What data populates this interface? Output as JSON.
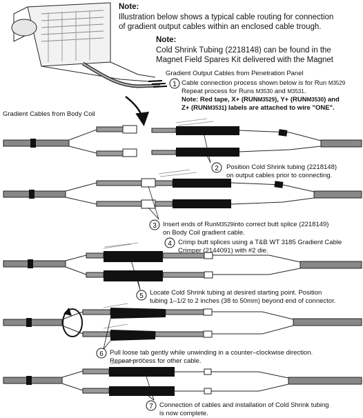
{
  "note1": {
    "heading": "Note:",
    "line1": "Illustration below shows a typical cable routing for connection",
    "line2": "of gradient output cables within an enclosed cable trough."
  },
  "note2": {
    "heading": "Note:",
    "line1": "Cold Shrink Tubing (2218148) can be found in the",
    "line2": "Magnet Field Spares Kit delivered with the Magnet"
  },
  "labels": {
    "penetration": "Gradient Output Cables from Penetration Panel",
    "body_coil": "Gradient Cables from Body Coil"
  },
  "steps": [
    {
      "num": "1",
      "l1a": "Cable connection process shown below is for Run ",
      "l1b": "M3529",
      "l2a": "Repeat process for Runs ",
      "l2b": "M3530",
      "l2c": " and ",
      "l2d": "M3531",
      "l2e": ".",
      "l3a": "Note:  Red tape, X+ (RUN",
      "l3b": "M3529",
      "l3c": "), Y+ (RUN",
      "l3d": "M3530",
      "l3e": ") and",
      "l4a": "Z+ (RUN",
      "l4b": "M3531",
      "l4c": ") labels are attached to wire \"ONE\"."
    },
    {
      "num": "2",
      "l1": "Position Cold Shrink tubing (2218148)",
      "l2": "on output cables prior to connecting."
    },
    {
      "num": "3",
      "l1a": "Insert ends of Run",
      "l1b": "M3529",
      "l1c": "into correct butt splice (2218149)",
      "l2": "on Body Coil gradient cable."
    },
    {
      "num": "4",
      "l1": "Crimp butt splices using a T&B WT 3185 Gradient Cable",
      "l2": "Crimper (2144091) with #2 die."
    },
    {
      "num": "5",
      "l1": "Locate Cold Shrink tubing at desired starting point.  Position",
      "l2": "tubing 1–1/2 to 2 inches (38 to 50mm) beyond end of connector."
    },
    {
      "num": "6",
      "l1": "Pull loose tab gently while unwinding in a counter–clockwise direction.",
      "l2": "Repeat process for other cable."
    },
    {
      "num": "7",
      "l1": "Connection of cables and installation of Cold Shrink tubing",
      "l2": "is now complete."
    }
  ]
}
